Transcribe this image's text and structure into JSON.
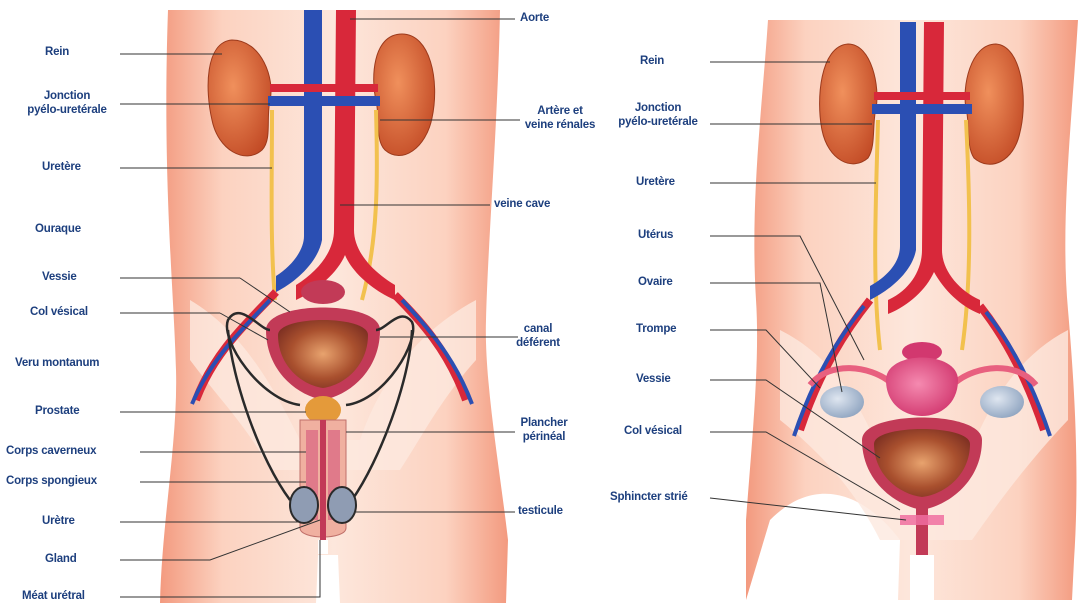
{
  "colors": {
    "skin": "#f7b39a",
    "skin_light": "#fde4d8",
    "artery": "#d8283a",
    "vein": "#2b4fb3",
    "kidney": "#d9643a",
    "ureter": "#f2c14e",
    "bladder": "#c23a57",
    "label_text": "#1d3f7e",
    "leader_line": "#333333"
  },
  "male": {
    "labels": {
      "rein": "Rein",
      "jonction_1": "Jonction",
      "jonction_2": "pyélo-uretérale",
      "uretere": "Uretère",
      "ouraque": "Ouraque",
      "vessie": "Vessie",
      "col_vesical": "Col vésical",
      "veru_montanum": "Veru montanum",
      "prostate": "Prostate",
      "corps_caverneux": "Corps caverneux",
      "corps_spongieux": "Corps spongieux",
      "uretre": "Urètre",
      "gland": "Gland",
      "meat_uretral": "Méat urétral",
      "aorte": "Aorte",
      "artere_1": "Artère et",
      "artere_2": "veine rénales",
      "veine_cave": "veine cave",
      "canal_1": "canal",
      "canal_2": "déférent",
      "plancher_1": "Plancher",
      "plancher_2": "périnéal",
      "testicule": "testicule"
    }
  },
  "female": {
    "labels": {
      "rein": "Rein",
      "jonction_1": "Jonction",
      "jonction_2": "pyélo-uretérale",
      "uretere": "Uretère",
      "uterus": "Utérus",
      "ovaire": "Ovaire",
      "trompe": "Trompe",
      "vessie": "Vessie",
      "col_vesical": "Col vésical",
      "sphincter": "Sphincter strié"
    }
  }
}
